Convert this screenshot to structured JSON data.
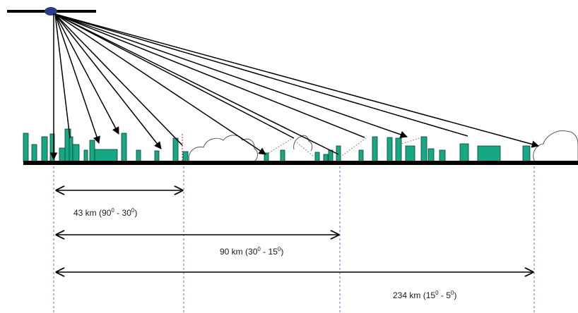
{
  "measurements": [
    {
      "distance": "43 km",
      "angle_from": "90",
      "angle_to": "30",
      "degree_mark": "0"
    },
    {
      "distance": "90 km",
      "angle_from": "30",
      "angle_to": "15",
      "degree_mark": "0"
    },
    {
      "distance": "234 km",
      "angle_from": "15",
      "angle_to": "5",
      "degree_mark": "0"
    }
  ],
  "colors": {
    "building": "#16a885",
    "building_outline": "#0c3d30",
    "ground": "#000000",
    "ray": "#000000",
    "guide_line": "#4a7fc0",
    "satellite": "#2c3b8c",
    "cloud_outline": "#555555"
  }
}
